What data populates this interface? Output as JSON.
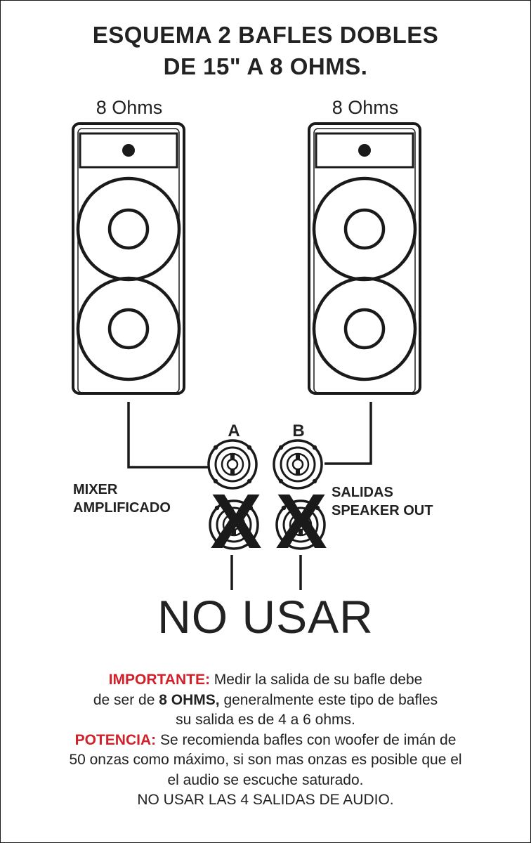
{
  "title": {
    "line1": "ESQUEMA 2 BAFLES DOBLES",
    "line2": "DE 15\" A 8 OHMS."
  },
  "speakers": [
    {
      "impedance": "8 Ohms"
    },
    {
      "impedance": "8 Ohms"
    }
  ],
  "connectors": {
    "label_a": "A",
    "label_b": "B",
    "crossed_marks": [
      "X",
      "X"
    ]
  },
  "labels": {
    "mixer_line1": "MIXER",
    "mixer_line2": "AMPLIFICADO",
    "salidas_line1": "SALIDAS",
    "salidas_line2": "SPEAKER OUT"
  },
  "warning": "NO USAR",
  "notes": {
    "important_label": "IMPORTANTE:",
    "important_text1": " Medir la salida de su bafle debe",
    "important_text2a": "de ser de ",
    "important_bold": "8 OHMS,",
    "important_text2b": " generalmente este tipo de bafles",
    "important_text3": "su salida es de 4 a 6 ohms.",
    "power_label": "POTENCIA:",
    "power_text1": " Se recomienda bafles con woofer de imán de",
    "power_text2": "50 onzas como máximo, si son mas onzas es posible que el",
    "power_text3": "el audio se escuche saturado.",
    "final": "NO USAR LAS 4 SALIDAS DE AUDIO."
  },
  "colors": {
    "ink": "#1a1a1a",
    "accent_red": "#d0202a",
    "background": "#ffffff"
  }
}
